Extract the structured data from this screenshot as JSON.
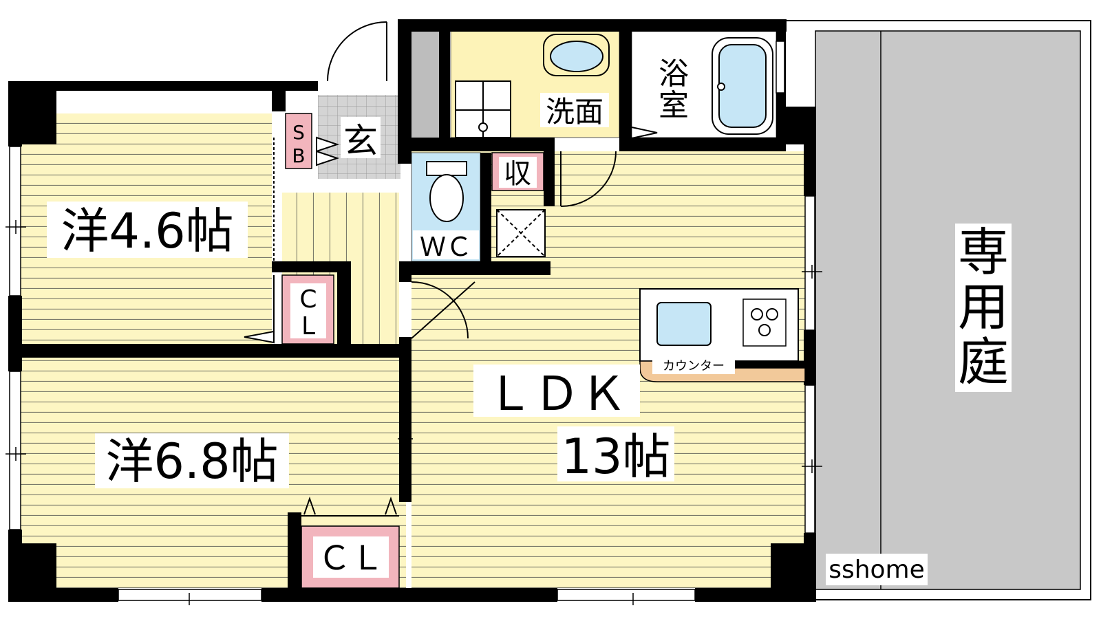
{
  "rooms": {
    "western_room_1": "洋4.6帖",
    "western_room_2": "洋6.8帖",
    "ldk": "ＬＤＫ",
    "ldk_size": "13帖",
    "entrance": "玄",
    "shoe_box_s": "S",
    "shoe_box_b": "B",
    "closet_small_c": "C",
    "closet_small_l": "L",
    "closet_large": "ＣＬ",
    "storage": "収",
    "toilet": "ＷＣ",
    "washroom": "洗面",
    "bathroom_1": "浴",
    "bathroom_2": "室",
    "private_garden_1": "専",
    "private_garden_2": "用",
    "private_garden_3": "庭",
    "counter": "カウンター"
  },
  "watermark": "sshome",
  "colors": {
    "floor": "#fdf6c3",
    "floor_line": "#7a7a6a",
    "wall": "#000000",
    "garden": "#c8c8c8",
    "storage_pink": "#f2b5bd",
    "fixture_blue": "#c6e6f6",
    "entrance_tile": "#d4d4d4",
    "counter_tan": "#f2c99a",
    "wash_yellow": "#fdf3b8"
  }
}
